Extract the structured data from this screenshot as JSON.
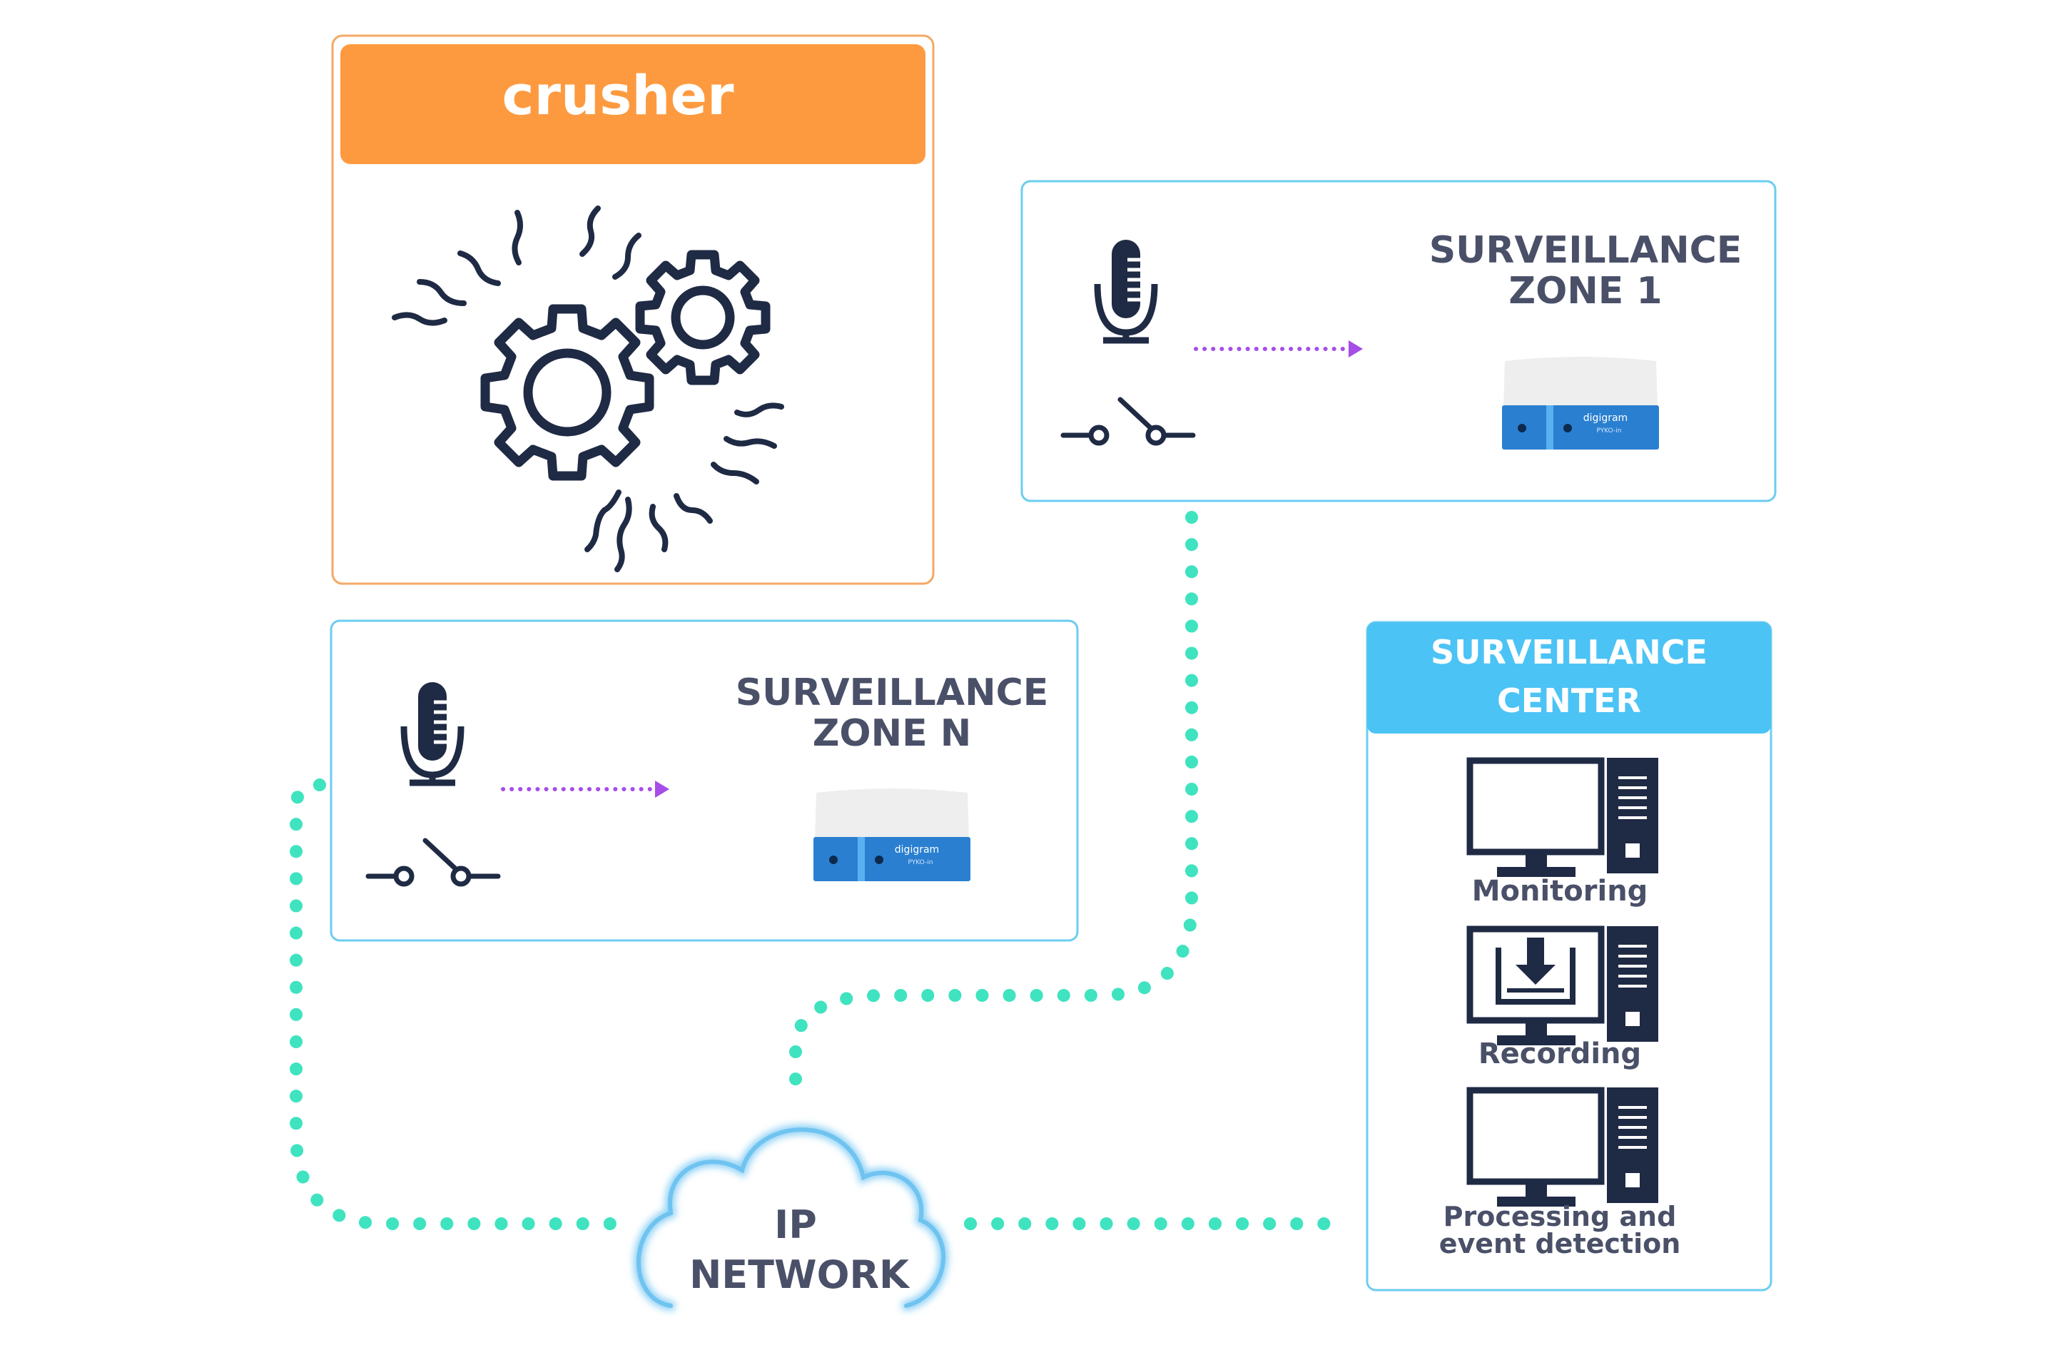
{
  "crusher": {
    "title": "crusher",
    "header_color": "#fd9a40",
    "border_color": "#f4a865"
  },
  "zone1": {
    "title_line1": "SURVEILLANCE",
    "title_line2": "ZONE 1"
  },
  "zoneN": {
    "title_line1": "SURVEILLANCE",
    "title_line2": "ZONE N"
  },
  "device": {
    "brand": "digigram",
    "model": "PYKO-in",
    "color": "#2a7fd0"
  },
  "center": {
    "title_line1": "SURVEILLANCE",
    "title_line2": "CENTER",
    "header_color": "#4cc3f5",
    "stations": [
      {
        "label": "Monitoring",
        "icon": "monitor-icon"
      },
      {
        "label": "Recording",
        "icon": "recording-icon"
      },
      {
        "label_line1": "Processing and",
        "label_line2": "event detection",
        "icon": "monitor-icon"
      }
    ]
  },
  "network": {
    "label_line1": "IP",
    "label_line2": "NETWORK"
  },
  "colors": {
    "link": "#3fe3c0",
    "arrow": "#a64de8",
    "icon": "#1f2a44",
    "zone_border": "#6ccdf0",
    "cloud": "#6fc3f0"
  }
}
